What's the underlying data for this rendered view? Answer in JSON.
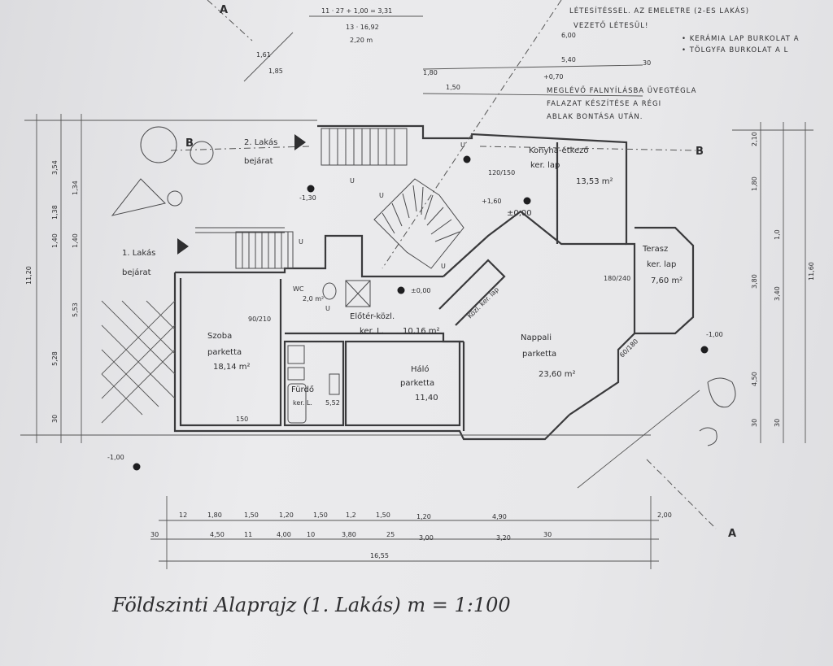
{
  "title": "Földszinti Alaprajz (1. Lakás) m = 1:100",
  "notes": {
    "line1": "LÉTESÍTÉSSEL. AZ EMELETRE (2-ES LAKÁS)",
    "line2": "VEZETŐ LÉTESÜL!",
    "bullet1": "• KERÁMIA LAP BURKOLAT A",
    "bullet2": "• TÖLGYFA BURKOLAT A L",
    "level_070": "+0,70",
    "existing1": "MEGLÉVŐ FALNYÍLÁSBA ÜVEGTÉGLA",
    "existing2": "FALAZAT KÉSZÍTÉSE A RÉGI",
    "existing3": "ABLAK BONTÁSA UTÁN."
  },
  "entrances": {
    "flat2": [
      "2. Lakás",
      "bejárat"
    ],
    "flat1": [
      "1. Lakás",
      "bejárat"
    ]
  },
  "rooms": [
    {
      "name": "Szoba",
      "floor": "parketta",
      "area": "18,14 m²"
    },
    {
      "name": "WC",
      "floor": "",
      "area": "2,0 m²"
    },
    {
      "name": "Előtér-közl.",
      "floor": "ker. L.",
      "area": "10,16 m²"
    },
    {
      "name": "Fürdő",
      "floor": "ker. L.",
      "area": "5,52"
    },
    {
      "name": "Háló",
      "floor": "parketta",
      "area": "11,40"
    },
    {
      "name": "Konyha-étkező",
      "floor": "ker. lap",
      "area": "13,53 m²"
    },
    {
      "name": "Terasz",
      "floor": "ker. lap",
      "area": "7,60 m²"
    },
    {
      "name": "Nappali",
      "floor": "parketta",
      "area": "23,60 m²"
    },
    {
      "name": "Közl. ker. lap",
      "floor": "",
      "area": ""
    }
  ],
  "levels": {
    "stair": "-1,30",
    "hall": "±0,00",
    "kitchen": "±0,00",
    "outside_left": "-1,00",
    "outside_right": "-1,00",
    "landing": "+1,60"
  },
  "sections": {
    "a": "A",
    "b": "B",
    "b_left": "B"
  },
  "dims_top": {
    "stair_total": "11 · 27 + 1,00 = 3,31",
    "stair_rise": "13 · 16,92",
    "stair_h": "2,20 m",
    "d600": "6,00",
    "d540": "5,40",
    "d30": "30",
    "d180": "1,80",
    "d150": "1,50",
    "d161": "1,61",
    "d185": "1,85"
  },
  "dims_bottom": {
    "row1": [
      "12",
      "1,80",
      "1,50",
      "1,20",
      "1,50",
      "1,2",
      "1,50",
      "1,20",
      "4,90",
      "2,00"
    ],
    "row2": [
      "30",
      "4,50",
      "11",
      "4,00",
      "10",
      "3,80",
      "25",
      "3,00",
      "3,20",
      "30"
    ],
    "total": "16,55"
  },
  "dims_left": [
    "11,20",
    "5,28",
    "5,53",
    "30",
    "1,40",
    "1,38",
    "1,34",
    "3,54",
    "1,40"
  ],
  "dims_right": [
    "11,60",
    "4,50",
    "3,40",
    "3,80",
    "1,80",
    "30",
    "2,10",
    "30",
    "1,0"
  ],
  "openings": {
    "door_szoba": "90/210",
    "win_bottom": "150",
    "win_kitchen": "120/150",
    "terrace_door": "180/240",
    "nappali_win": "60/180"
  },
  "stair_marks": [
    "U",
    "U",
    "U",
    "U",
    "U",
    "U"
  ]
}
